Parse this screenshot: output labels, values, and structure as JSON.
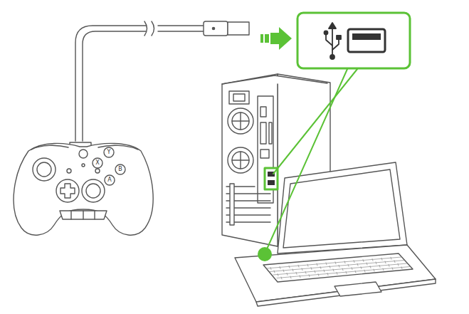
{
  "diagram": {
    "labels": [
      "Y",
      "X",
      "B",
      "A"
    ]
  }
}
